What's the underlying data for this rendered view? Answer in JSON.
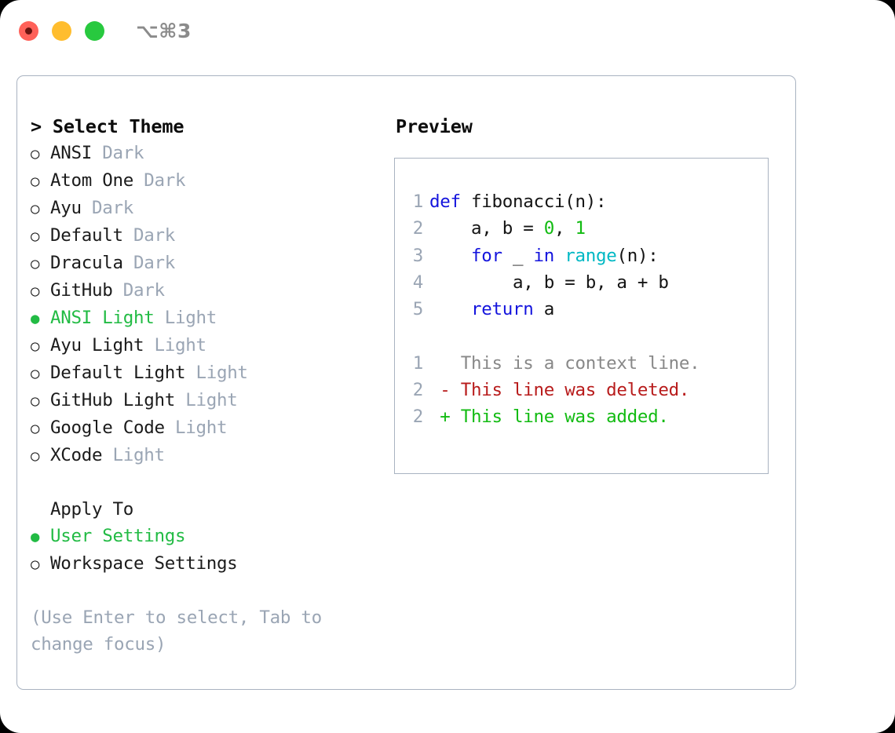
{
  "titlebar": {
    "shortcut": "⌥⌘3",
    "buttons": [
      {
        "name": "close",
        "color": "#ff6159"
      },
      {
        "name": "minimize",
        "color": "#ffbd2e"
      },
      {
        "name": "maximize",
        "color": "#28c93f"
      }
    ]
  },
  "theme_picker": {
    "heading": "> Select Theme",
    "selected_bullet": "●",
    "unselected_bullet": "○",
    "items": [
      {
        "label": "ANSI",
        "badge": "Dark",
        "selected": false
      },
      {
        "label": "Atom One",
        "badge": "Dark",
        "selected": false
      },
      {
        "label": "Ayu",
        "badge": "Dark",
        "selected": false
      },
      {
        "label": "Default",
        "badge": "Dark",
        "selected": false
      },
      {
        "label": "Dracula",
        "badge": "Dark",
        "selected": false
      },
      {
        "label": "GitHub",
        "badge": "Dark",
        "selected": false
      },
      {
        "label": "ANSI Light",
        "badge": "Light",
        "selected": true
      },
      {
        "label": "Ayu Light",
        "badge": "Light",
        "selected": false
      },
      {
        "label": "Default Light",
        "badge": "Light",
        "selected": false
      },
      {
        "label": "GitHub Light",
        "badge": "Light",
        "selected": false
      },
      {
        "label": "Google Code",
        "badge": "Light",
        "selected": false
      },
      {
        "label": "XCode",
        "badge": "Light",
        "selected": false
      }
    ]
  },
  "apply_to": {
    "heading": "Apply To",
    "items": [
      {
        "label": "User Settings",
        "selected": true
      },
      {
        "label": "Workspace Settings",
        "selected": false
      }
    ]
  },
  "hint": "(Use Enter to select, Tab to change focus)",
  "preview": {
    "heading": "Preview",
    "code_lines": [
      {
        "num": "1",
        "tokens": [
          {
            "t": "def",
            "c": "kw"
          },
          {
            "t": " fibonacci(n):",
            "c": ""
          }
        ]
      },
      {
        "num": "2",
        "tokens": [
          {
            "t": "    a, b = ",
            "c": ""
          },
          {
            "t": "0",
            "c": "num"
          },
          {
            "t": ", ",
            "c": ""
          },
          {
            "t": "1",
            "c": "num"
          }
        ]
      },
      {
        "num": "3",
        "tokens": [
          {
            "t": "    ",
            "c": ""
          },
          {
            "t": "for",
            "c": "kw"
          },
          {
            "t": " _ ",
            "c": ""
          },
          {
            "t": "in",
            "c": "kw"
          },
          {
            "t": " ",
            "c": ""
          },
          {
            "t": "range",
            "c": "fn"
          },
          {
            "t": "(n):",
            "c": ""
          }
        ]
      },
      {
        "num": "4",
        "tokens": [
          {
            "t": "        a, b = b, a + b",
            "c": ""
          }
        ]
      },
      {
        "num": "5",
        "tokens": [
          {
            "t": "    ",
            "c": ""
          },
          {
            "t": "return",
            "c": "kw"
          },
          {
            "t": " a",
            "c": ""
          }
        ]
      }
    ],
    "diff_lines": [
      {
        "num": "1",
        "tokens": [
          {
            "t": "   This is a context line.",
            "c": "ctx"
          }
        ]
      },
      {
        "num": "2",
        "tokens": [
          {
            "t": " - This line was deleted.",
            "c": "del"
          }
        ]
      },
      {
        "num": "2",
        "tokens": [
          {
            "t": " + This line was added.",
            "c": "add"
          }
        ]
      }
    ]
  },
  "colors": {
    "accent_green": "#22bb44",
    "muted": "#9aa5b4",
    "border": "#a9b3c1",
    "keyword": "#1414dd",
    "function": "#00b8c4",
    "number": "#12bb12",
    "diff_added": "#12bb12",
    "diff_deleted": "#b81c1c",
    "diff_context": "#888888"
  }
}
